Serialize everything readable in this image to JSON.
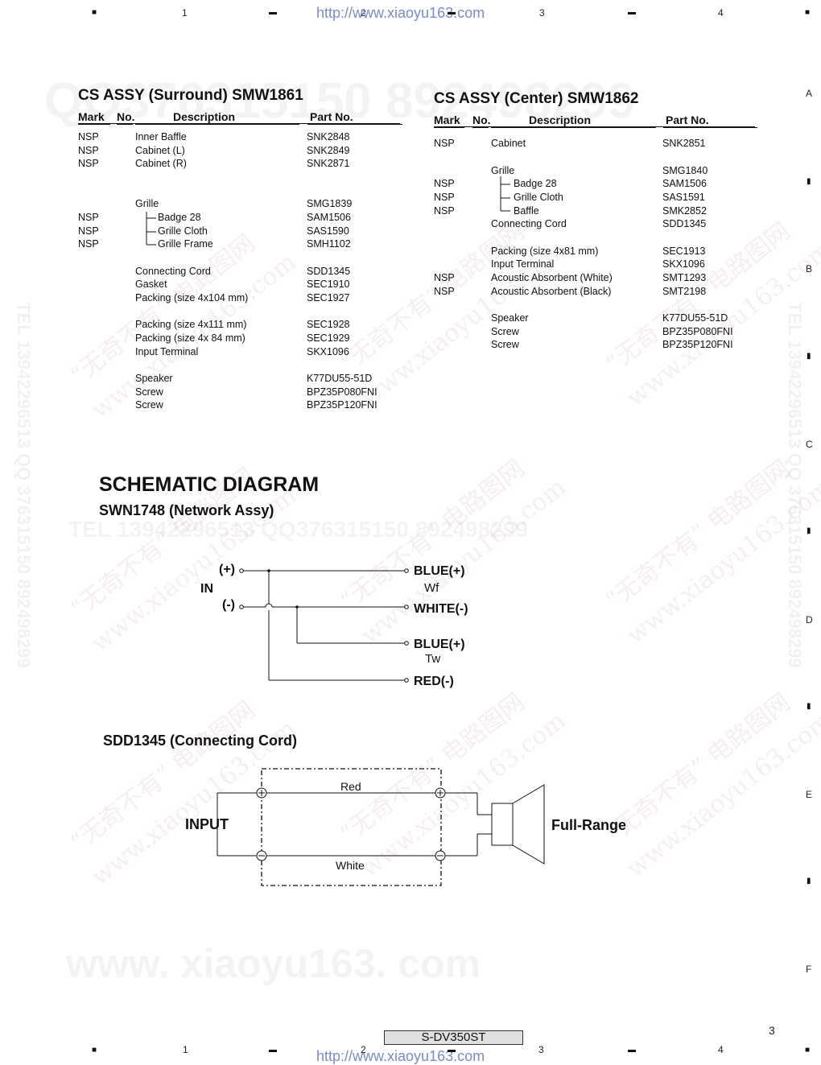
{
  "header": {
    "url": "http://www.xiaoyu163.com",
    "grid_cols": [
      "1",
      "2",
      "3",
      "4"
    ],
    "grid_rows": [
      "A",
      "B",
      "C",
      "D",
      "E",
      "F"
    ]
  },
  "surround": {
    "title": "CS ASSY (Surround) SMW1861",
    "headers": {
      "mark": "Mark",
      "no": "No.",
      "desc": "Description",
      "part": "Part No."
    },
    "rows": [
      {
        "mark": "NSP",
        "desc": "Inner Baffle",
        "part": "SNK2848"
      },
      {
        "mark": "NSP",
        "desc": "Cabinet (L)",
        "part": "SNK2849"
      },
      {
        "mark": "NSP",
        "desc": "Cabinet (R)",
        "part": "SNK2871"
      },
      {
        "mark": "",
        "desc": "Grille",
        "part": "SMG1839"
      },
      {
        "mark": "NSP",
        "desc": "Badge 28",
        "part": "SAM1506"
      },
      {
        "mark": "NSP",
        "desc": "Grille Cloth",
        "part": "SAS1590"
      },
      {
        "mark": "NSP",
        "desc": "Grille Frame",
        "part": "SMH1102"
      },
      {
        "mark": "",
        "desc": "Connecting Cord",
        "part": "SDD1345"
      },
      {
        "mark": "",
        "desc": "Gasket",
        "part": "SEC1910"
      },
      {
        "mark": "",
        "desc": "Packing (size 4x104 mm)",
        "part": "SEC1927"
      },
      {
        "mark": "",
        "desc": "Packing (size 4x111 mm)",
        "part": "SEC1928"
      },
      {
        "mark": "",
        "desc": "Packing (size 4x 84 mm)",
        "part": "SEC1929"
      },
      {
        "mark": "",
        "desc": "Input Terminal",
        "part": "SKX1096"
      },
      {
        "mark": "",
        "desc": "Speaker",
        "part": "K77DU55-51D"
      },
      {
        "mark": "",
        "desc": "Screw",
        "part": "BPZ35P080FNI"
      },
      {
        "mark": "",
        "desc": "Screw",
        "part": "BPZ35P120FNI"
      }
    ]
  },
  "center": {
    "title": "CS ASSY (Center) SMW1862",
    "headers": {
      "mark": "Mark",
      "no": "No.",
      "desc": "Description",
      "part": "Part No."
    },
    "rows": [
      {
        "mark": "NSP",
        "desc": "Cabinet",
        "part": "SNK2851"
      },
      {
        "mark": "",
        "desc": "Grille",
        "part": "SMG1840"
      },
      {
        "mark": "NSP",
        "desc": "Badge 28",
        "part": "SAM1506"
      },
      {
        "mark": "NSP",
        "desc": "Grille Cloth",
        "part": "SAS1591"
      },
      {
        "mark": "NSP",
        "desc": "Baffle",
        "part": "SMK2852"
      },
      {
        "mark": "",
        "desc": "Connecting Cord",
        "part": "SDD1345"
      },
      {
        "mark": "",
        "desc": "Packing (size 4x81 mm)",
        "part": "SEC1913"
      },
      {
        "mark": "",
        "desc": "Input Terminal",
        "part": "SKX1096"
      },
      {
        "mark": "NSP",
        "desc": "Acoustic Absorbent (White)",
        "part": "SMT1293"
      },
      {
        "mark": "NSP",
        "desc": "Acoustic Absorbent (Black)",
        "part": "SMT2198"
      },
      {
        "mark": "",
        "desc": "Speaker",
        "part": "K77DU55-51D"
      },
      {
        "mark": "",
        "desc": "Screw",
        "part": "BPZ35P080FNI"
      },
      {
        "mark": "",
        "desc": "Screw",
        "part": "BPZ35P120FNI"
      }
    ]
  },
  "schematic": {
    "title": "SCHEMATIC DIAGRAM",
    "network_title": "SWN1748 (Network Assy)",
    "in_label": "IN",
    "plus": "(+)",
    "minus": "(-)",
    "out1": "BLUE(+)",
    "wf": "Wf",
    "out2": "WHITE(-)",
    "out3": "BLUE(+)",
    "tw": "Tw",
    "out4": "RED(-)",
    "cord_title": "SDD1345 (Connecting Cord)",
    "input": "INPUT",
    "red": "Red",
    "white": "White",
    "full_range": "Full-Range"
  },
  "watermarks": {
    "top": "QQ376315150  892498299",
    "mid": "TEL 13942296513  QQ376315150  892498299",
    "side": "TEL 13942296513  QQ 376315150  892498299",
    "bottom": "www. xiaoyu163. com",
    "diag1": "“无奇不有” 电路图网",
    "diag2": "www.xiaoyu163.com"
  },
  "footer": {
    "model": "S-DV350ST",
    "page": "3",
    "url": "http://www.xiaoyu163.com"
  }
}
